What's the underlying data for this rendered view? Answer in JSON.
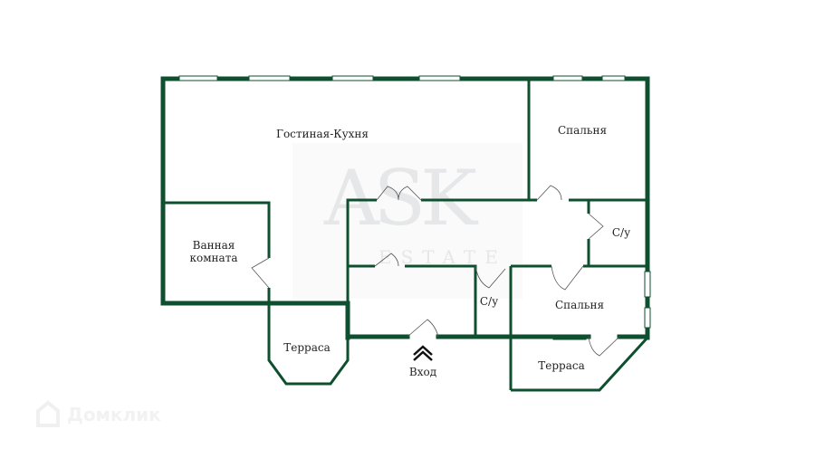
{
  "rooms": {
    "living_kitchen": "Гостиная-Кухня",
    "bedroom_1": "Спальня",
    "bathroom": "Ванная комната",
    "wc_1": "С/у",
    "wc_2": "С/у",
    "bedroom_2": "Спальня",
    "terrace_1": "Терраса",
    "terrace_2": "Терраса",
    "entrance": "Вход"
  },
  "watermark": {
    "main": "ASK",
    "sub": "ESTATE"
  },
  "logo": {
    "text": "Домклик"
  },
  "colors": {
    "wall": "#0d4f2e"
  }
}
